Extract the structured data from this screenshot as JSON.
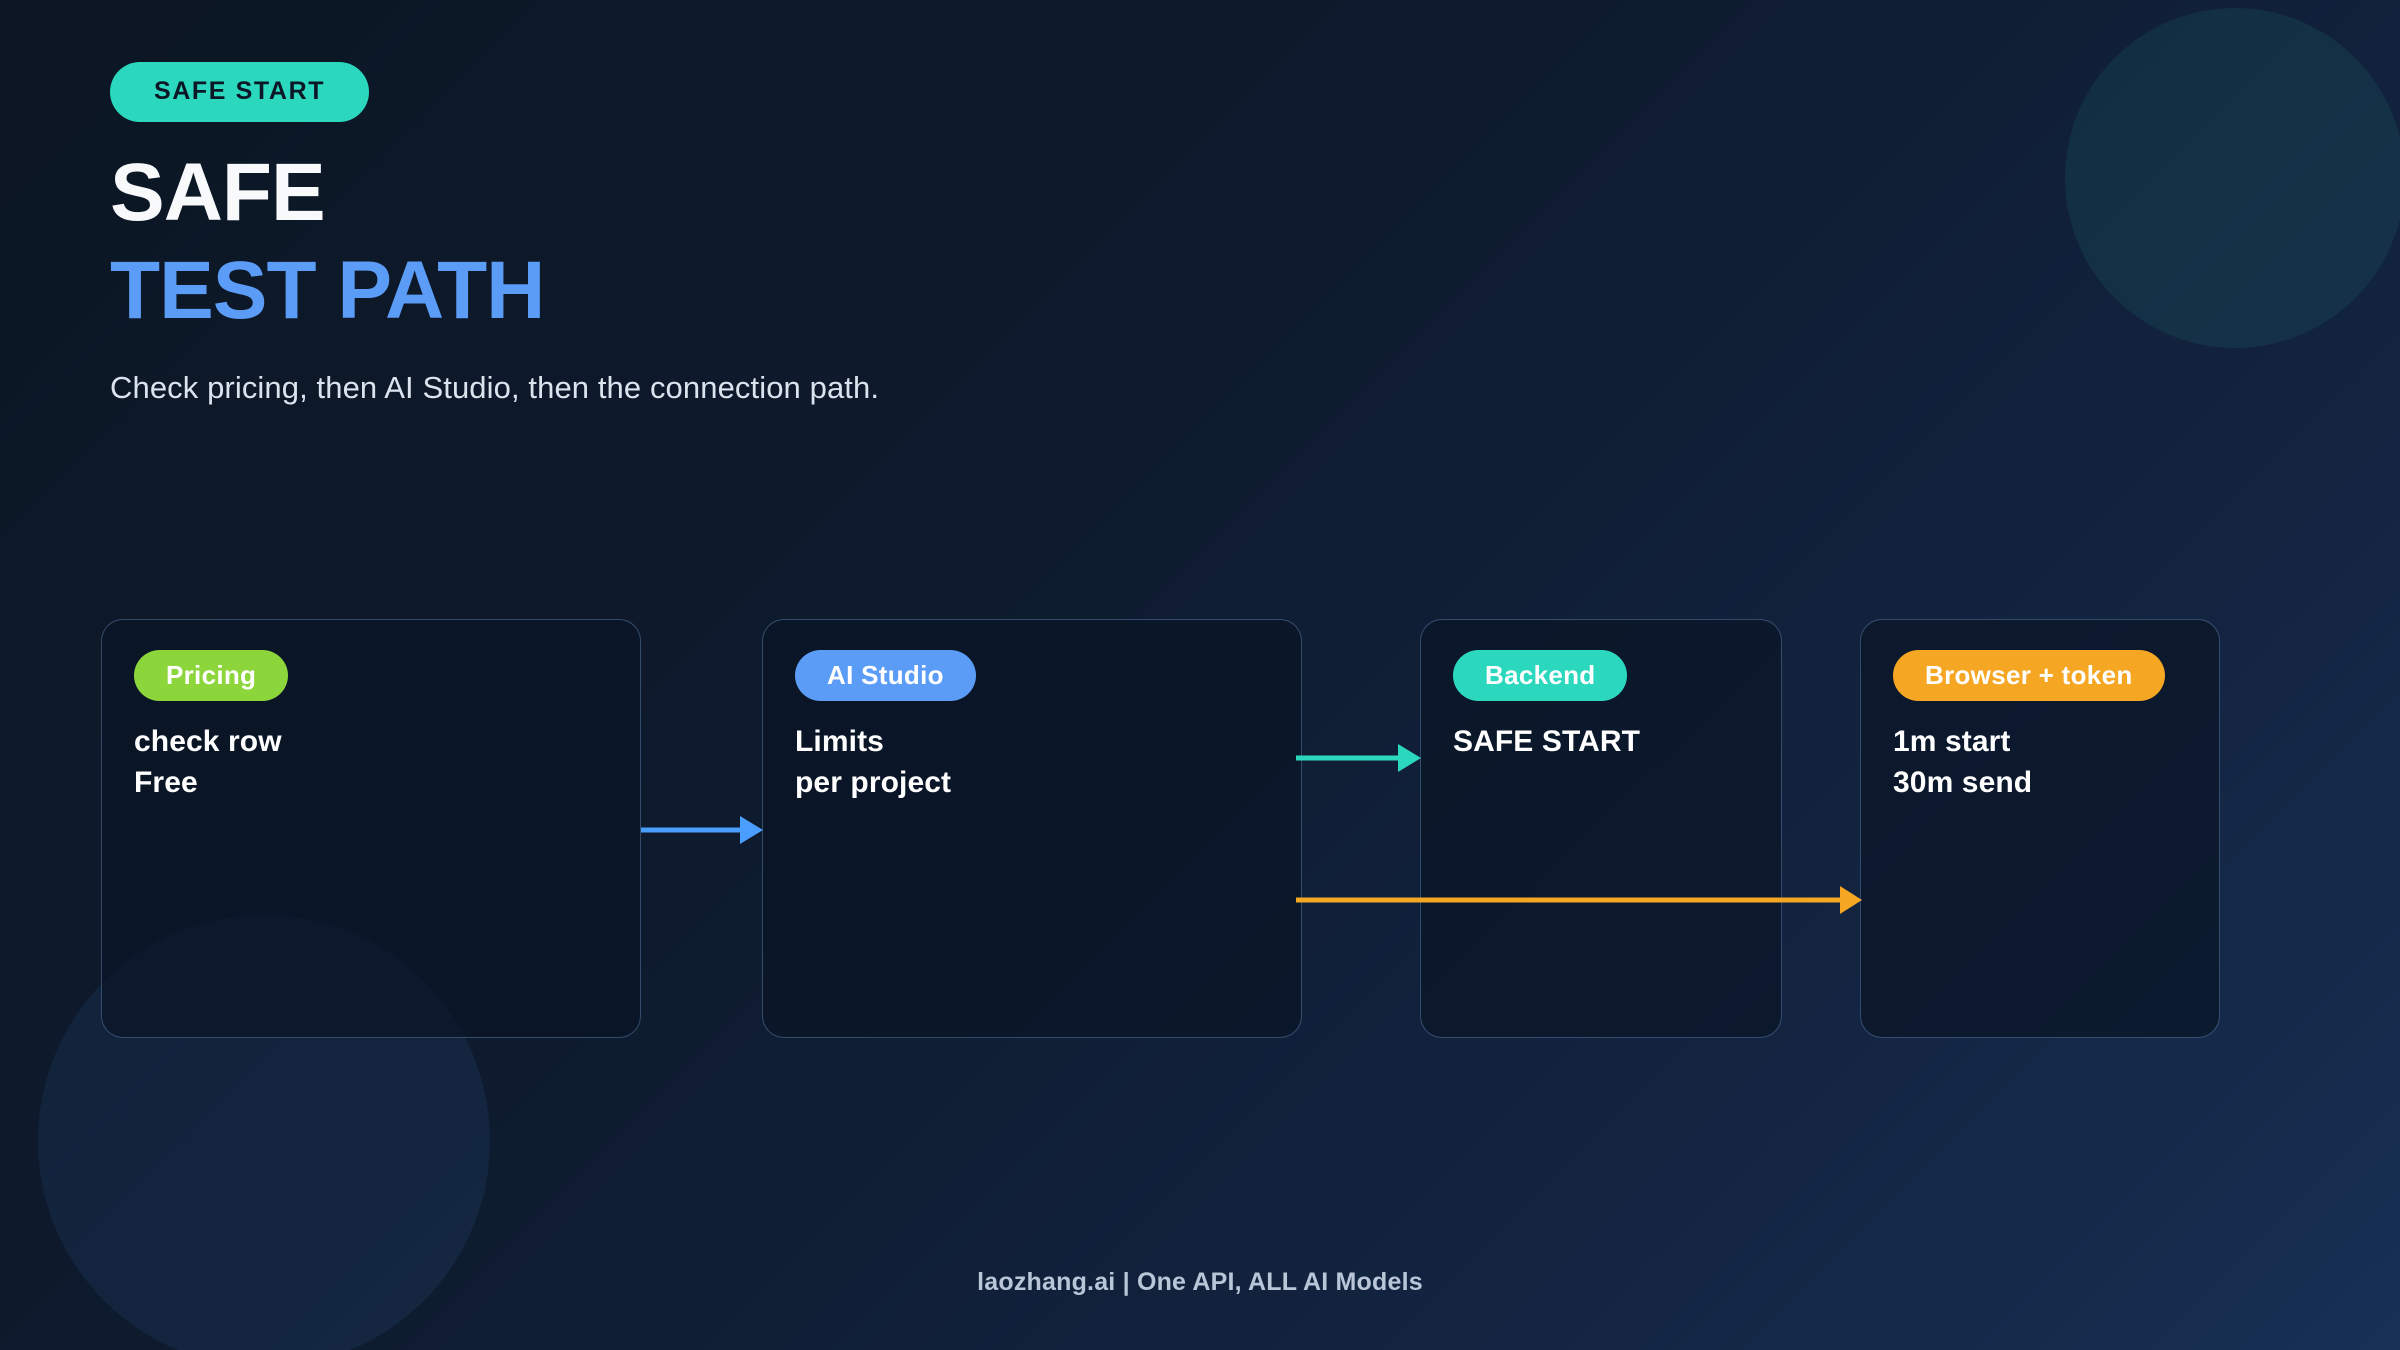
{
  "theme": {
    "bg_dark": "#0c1624",
    "bg_light": "#173054",
    "accent_teal": "#2bd8be",
    "accent_blue": "#5b9cf7",
    "accent_green": "#8cd63c",
    "accent_orange": "#f5a623",
    "text_white": "#ffffff",
    "text_muted": "#b8c6d8",
    "card_border": "rgba(110,150,200,0.42)"
  },
  "header": {
    "eyebrow": "SAFE START",
    "title_line1": "SAFE",
    "title_line2": "TEST PATH",
    "subtitle": "Check pricing, then AI Studio, then the connection path."
  },
  "flow": {
    "cards": [
      {
        "badge": "Pricing",
        "badge_color": "#8cd63c",
        "body_lines": [
          "check row",
          "Free"
        ]
      },
      {
        "badge": "AI Studio",
        "badge_color": "#5b9cf7",
        "body_lines": [
          "Limits",
          "per project"
        ]
      },
      {
        "badge": "Backend",
        "badge_color": "#2bd8be",
        "body_lines": [
          "SAFE START"
        ]
      },
      {
        "badge": "Browser + token",
        "badge_color": "#f5a623",
        "body_lines": [
          "1m start",
          "30m send"
        ]
      }
    ],
    "connectors": [
      {
        "name": "pricing-to-ai-studio",
        "color": "#4a9eff",
        "from": "Pricing",
        "to": "AI Studio"
      },
      {
        "name": "ai-studio-to-backend",
        "color": "#2bd8be",
        "from": "AI Studio",
        "to": "Backend"
      },
      {
        "name": "ai-studio-to-browser-token",
        "color": "#f5a623",
        "from": "AI Studio",
        "to": "Browser + token"
      }
    ]
  },
  "footer": {
    "text": "laozhang.ai | One API, ALL AI Models"
  }
}
